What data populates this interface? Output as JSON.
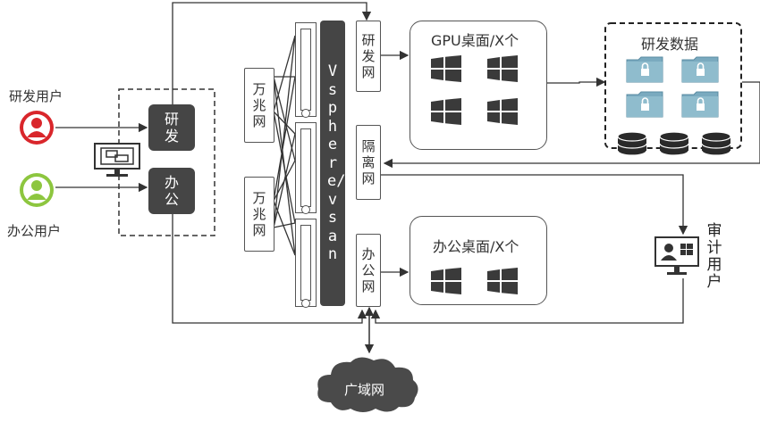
{
  "users": {
    "rd_user": "研发用户",
    "office_user": "办公用户",
    "audit_user": "审计用户"
  },
  "access": {
    "rd_button": "研发",
    "office_button": "办公"
  },
  "switches": {
    "top": "万兆网",
    "bottom": "万兆网"
  },
  "vsphere_label": "Vsphere/vsan",
  "networks": {
    "rd_net": "研发网",
    "isolation_net": "隔离网",
    "office_net": "办公网"
  },
  "panels": {
    "gpu_desktop": "GPU桌面/X个",
    "rd_data": "研发数据",
    "office_desktop": "办公桌面/X个"
  },
  "wan": "广域网",
  "colors": {
    "rd_red": "#d9262b",
    "office_green": "#8dc63f",
    "dark": "#454545",
    "folder": "#7aaabf"
  }
}
